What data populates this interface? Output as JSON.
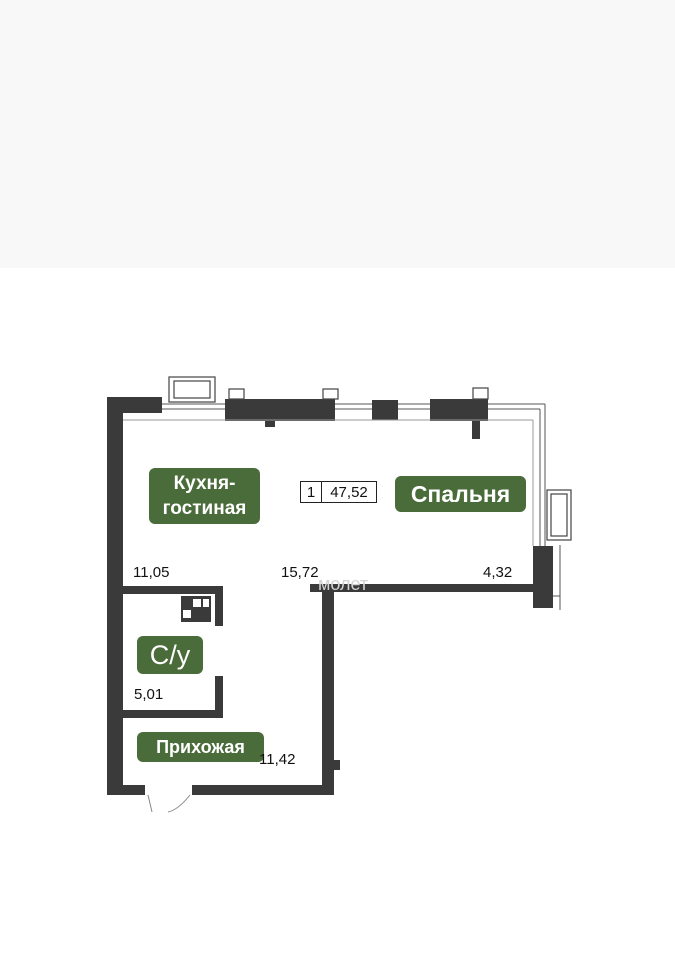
{
  "plan": {
    "rooms_count": "1",
    "total_area": "47,52",
    "rooms": [
      {
        "name_line1": "Кухня-",
        "name_line2": "гостиная",
        "area": "11,05"
      },
      {
        "name": "Спальня",
        "area": "15,72"
      },
      {
        "name": "С/у",
        "area": "5,01"
      },
      {
        "name": "Прихожая",
        "area": "11,42"
      }
    ],
    "balcony_area": "4,32",
    "watermark": "молет"
  },
  "colors": {
    "label_bg": "#4a6b3a",
    "wall": "#3a3a3a",
    "background": "#ffffff"
  }
}
